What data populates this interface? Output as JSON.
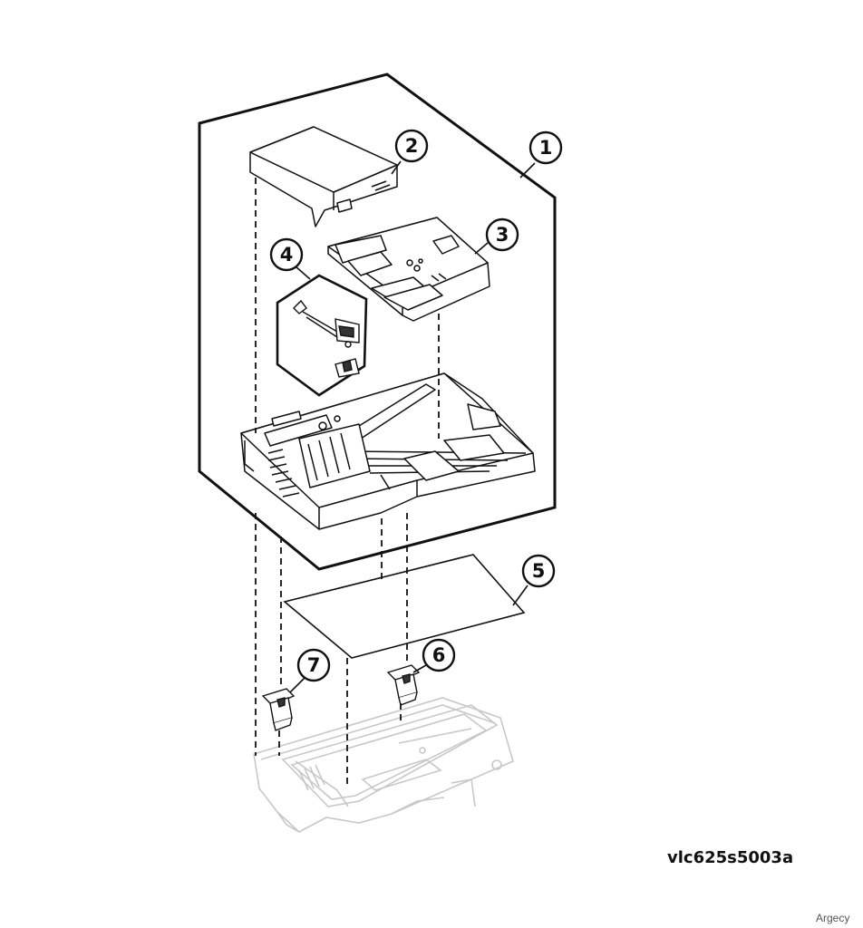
{
  "callouts": [
    "1",
    "2",
    "3",
    "4",
    "5",
    "6",
    "7"
  ],
  "figure_id": "vlc625s5003a",
  "watermark": "Argecy",
  "colors": {
    "line": "#111111",
    "ghost": "#c8c8c8",
    "background": "#ffffff"
  }
}
